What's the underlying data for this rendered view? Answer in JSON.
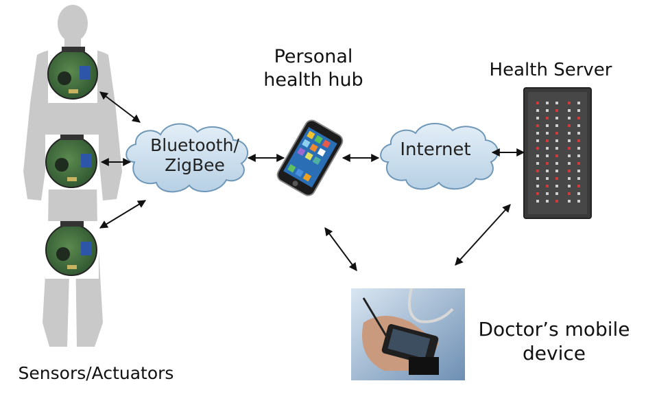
{
  "nodes": {
    "sensors": {
      "label": "Sensors/Actuators"
    },
    "bluetooth_cloud": {
      "line1": "Bluetooth/",
      "line2": "ZigBee"
    },
    "hub": {
      "line1": "Personal",
      "line2": "health hub"
    },
    "internet_cloud": {
      "label": "Internet"
    },
    "server": {
      "label": "Health Server"
    },
    "doctor": {
      "line1": "Doctor’s mobile",
      "line2": "device"
    }
  },
  "colors": {
    "body_silhouette": "#c9c9c9",
    "cloud_fill": "#c8dcea",
    "cloud_stroke": "#6f97b8",
    "arrow": "#111111",
    "server_body": "#3a3a3a",
    "phone_body": "#1c1c1c",
    "sensor_board": "#3f6b3a"
  }
}
